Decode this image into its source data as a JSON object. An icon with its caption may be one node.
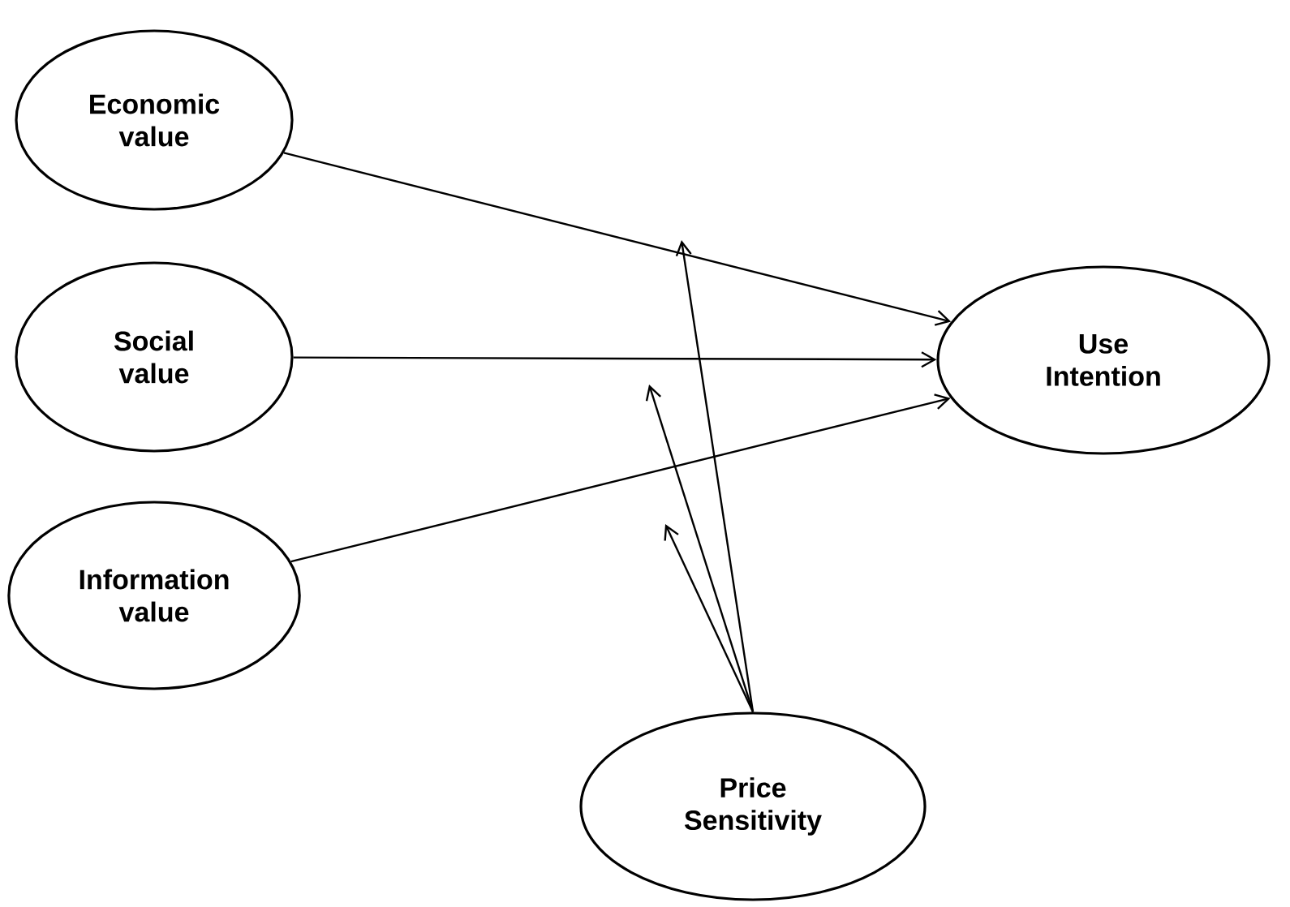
{
  "diagram": {
    "nodes": [
      {
        "text": [
          "Economic value"
        ]
      },
      {
        "text": [
          "Social value"
        ]
      },
      {
        "text": [
          "Information value"
        ]
      },
      {
        "text": [
          "Use Intention"
        ]
      },
      {
        "text": [
          "Price Sensitivity"
        ]
      }
    ],
    "edges": [
      {
        "from": 0,
        "to": 3,
        "arrow": "to"
      },
      {
        "from": 1,
        "to": 3,
        "arrow": "to"
      },
      {
        "from": 2,
        "to": 3,
        "arrow": "to"
      },
      {
        "from": 4,
        "to": null,
        "arrow": "to"
      },
      {
        "from": 4,
        "to": null,
        "arrow": "to"
      },
      {
        "from": 4,
        "to": null,
        "arrow": "to"
      }
    ]
  }
}
